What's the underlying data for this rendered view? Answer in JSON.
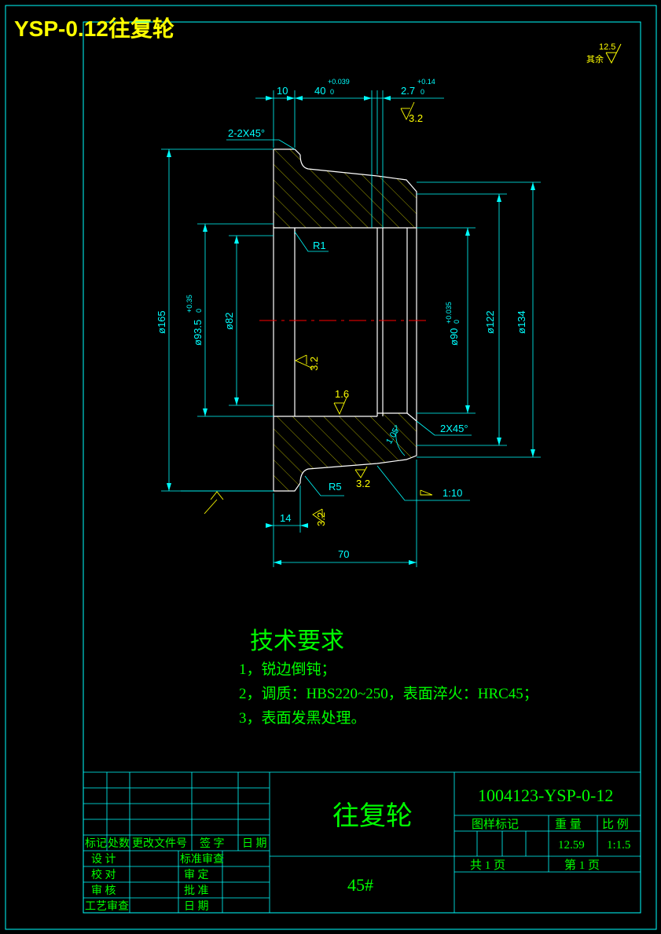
{
  "header_title": "YSP-0.12往复轮",
  "roughness_other": {
    "value": "12.5",
    "prefix": "其余"
  },
  "dims": {
    "d10": "10",
    "d40": "40",
    "d40_tol_up": "+0.039",
    "d40_tol_low": "0",
    "d27": "2.7",
    "d27_tol_up": "+0.14",
    "d27_tol_low": "0",
    "rough_top": "3.2",
    "chamfer_top": "2-2X45°",
    "r1": "R1",
    "phi165": "ø165",
    "phi935": "ø93.5",
    "phi935_tol_up": "+0.35",
    "phi935_tol_low": "0",
    "phi82": "ø82",
    "rough_bore": "3.2",
    "rough_16": "1.6",
    "phi90": "ø90",
    "phi90_tol_up": "+0.035",
    "phi90_tol_low": "0",
    "phi122": "ø122",
    "phi134": "ø134",
    "chamfer_right": "2X45°",
    "angle": "1.05°",
    "r5": "R5",
    "rough_r5": "3.2",
    "taper": "1:10",
    "d14": "14",
    "rough_14": "3.2",
    "d70": "70"
  },
  "tech_req": {
    "title": "技术要求",
    "items": [
      "1，锐边倒钝；",
      "2，调质：HBS220~250，表面淬火：HRC45；",
      "3，表面发黑处理。"
    ]
  },
  "title_block": {
    "part_name": "往复轮",
    "material": "45#",
    "drawing_no": "1004123-YSP-0-12",
    "col_headers": [
      "图样标记",
      "重 量",
      "比 例"
    ],
    "weight": "12.59",
    "scale": "1:1.5",
    "sheets_total": "共  1  页",
    "sheet_no": "第  1  页",
    "rev_headers": [
      "标记",
      "处数",
      "更改文件号",
      "签 字",
      "日 期"
    ],
    "sign_left": [
      "设 计",
      "校 对",
      "审 核",
      "工艺审查"
    ],
    "sign_mid": [
      "标准审查",
      "审 定",
      "批 准",
      "日 期"
    ]
  },
  "colors": {
    "frame": "#00ffff",
    "title_yellow": "#ffff00",
    "text_green": "#00ff00",
    "dim_cyan": "#00ffff",
    "outline_white": "#ffffff",
    "hatch": "#c8c800",
    "centerline": "#ff0000",
    "roughness": "#ffff00"
  }
}
